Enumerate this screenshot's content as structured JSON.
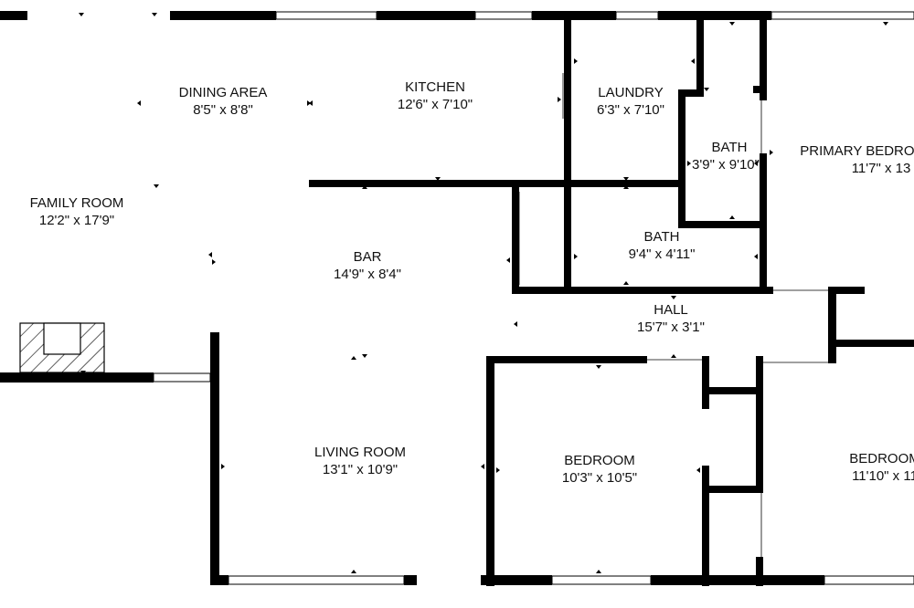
{
  "colors": {
    "wall": "#000000",
    "window_frame": "#000000",
    "background": "#ffffff",
    "text": "#111111"
  },
  "rooms": [
    {
      "id": "family-room",
      "name": "FAMILY ROOM",
      "dims": "12'2\" x 17'9\""
    },
    {
      "id": "dining-area",
      "name": "DINING AREA",
      "dims": "8'5\" x 8'8\""
    },
    {
      "id": "kitchen",
      "name": "KITCHEN",
      "dims": "12'6\" x 7'10\""
    },
    {
      "id": "laundry",
      "name": "LAUNDRY",
      "dims": "6'3\" x 7'10\""
    },
    {
      "id": "bath-1",
      "name": "BATH",
      "dims": "3'9\" x 9'10\""
    },
    {
      "id": "primary-bedroom",
      "name": "PRIMARY BEDROOM",
      "dims": "11'7\" x 13"
    },
    {
      "id": "bar",
      "name": "BAR",
      "dims": "14'9\" x 8'4\""
    },
    {
      "id": "bath-2",
      "name": "BATH",
      "dims": "9'4\" x 4'11\""
    },
    {
      "id": "hall",
      "name": "HALL",
      "dims": "15'7\" x 3'1\""
    },
    {
      "id": "living-room",
      "name": "LIVING ROOM",
      "dims": "13'1\" x 10'9\""
    },
    {
      "id": "bedroom-1",
      "name": "BEDROOM",
      "dims": "10'3\" x 10'5\""
    },
    {
      "id": "bedroom-2",
      "name": "BEDROOM",
      "dims": "11'10\" x 11"
    }
  ],
  "icons": [
    "fireplace-icon",
    "dimension-marker-icon"
  ]
}
